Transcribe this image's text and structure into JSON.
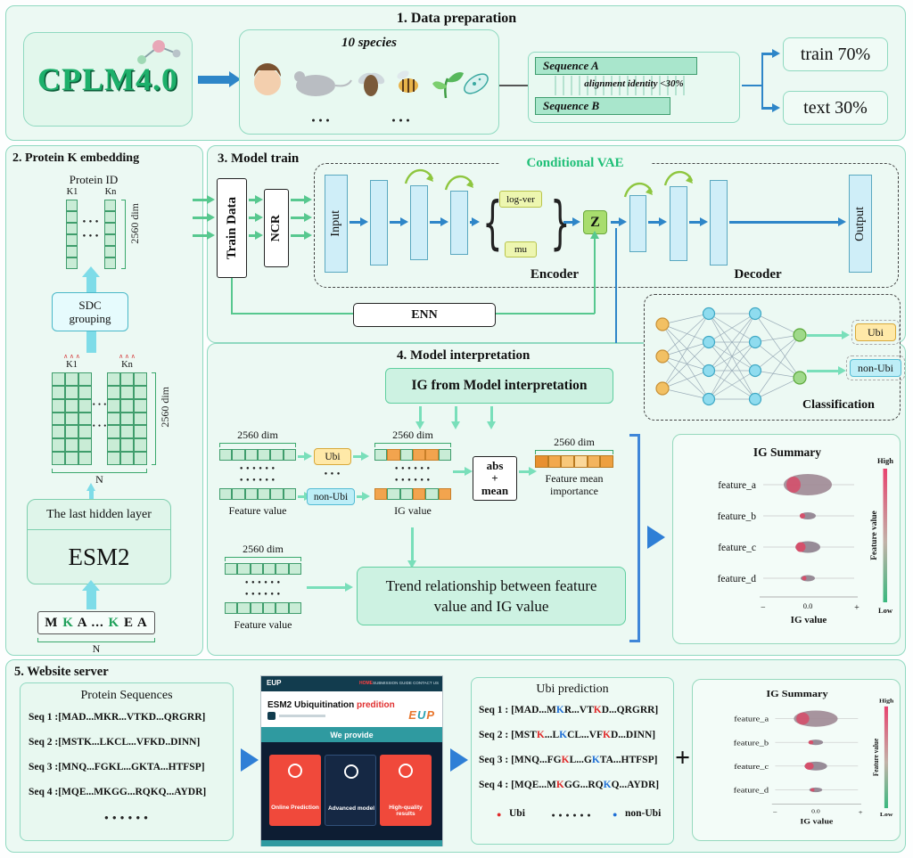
{
  "s1": {
    "title": "1. Data preparation",
    "logo": "CPLM4.0",
    "species_label": "10 species",
    "sequence_a": "Sequence A",
    "alignment_note": "alignment identity <30%",
    "sequence_b": "Sequence B",
    "train_split": "train 70%",
    "test_split": "text 30%"
  },
  "s2": {
    "title": "2. Protein K embedding",
    "protein_id": "Protein ID",
    "k1": "K1",
    "kn": "Kn",
    "dim": "2560 dim",
    "sdc_line1": "SDC",
    "sdc_line2": "grouping",
    "n": "N",
    "last_hidden_layer": "The last hidden layer",
    "esm2": "ESM2",
    "sequence_runs": [
      {
        "t": "M "
      },
      {
        "t": "K",
        "c": "green"
      },
      {
        "t": " A ... "
      },
      {
        "t": "K",
        "c": "green"
      },
      {
        "t": " E A"
      }
    ]
  },
  "s3": {
    "title": "3. Model train",
    "train_data": "Train Data",
    "ncr": "NCR",
    "cvae_label": "Conditional VAE",
    "input": "Input",
    "encoder": "Encoder",
    "log_var": "log-ver",
    "mu": "mu",
    "z": "Z",
    "decoder": "Decoder",
    "output": "Output",
    "enn": "ENN",
    "ubi": "Ubi",
    "non_ubi": "non-Ubi",
    "classification": "Classification"
  },
  "s4": {
    "title": "4. Model interpretation",
    "ig_header": "IG from Model interpretation",
    "dim": "2560 dim",
    "feature_value": "Feature value",
    "ubi": "Ubi",
    "non_ubi": "non-Ubi",
    "ig_value": "IG value",
    "abs": "abs",
    "plus": "+",
    "mean": "mean",
    "feature_mean_importance": "Feature mean importance",
    "trend": "Trend relationship between feature value and IG value"
  },
  "ig_summary": {
    "title": "IG Summary",
    "features": [
      "feature_a",
      "feature_b",
      "feature_c",
      "feature_d"
    ],
    "xlabel": "IG value",
    "zero": "0.0",
    "minus": "−",
    "plus": "+",
    "high": "High",
    "low": "Low",
    "colorbar_label": "Feature value"
  },
  "s5": {
    "title": "5. Website server",
    "protein_sequences_title": "Protein Sequences",
    "sequences": [
      "Seq 1 :[MAD...MKR...VTKD...QRGRR]",
      "Seq 2 :[MSTK...LKCL...VFKD..DINN]",
      "Seq 3 :[MNQ...FGKL...GKTA...HTFSP]",
      "Seq 4 :[MQE...MKGG...RQKQ...AYDR]"
    ],
    "website": {
      "brand": "EUP",
      "nav_home": "HOME",
      "nav_rest": "SUBMISSION  GUIDE  CONTACT US",
      "hero_black": "ESM2 Ubiquitination ",
      "hero_red": "predition",
      "logo_runs": [
        {
          "t": "E",
          "c": "#e8762d"
        },
        {
          "t": "U",
          "c": "#2aa0b0"
        },
        {
          "t": "P",
          "c": "#e8762d"
        }
      ],
      "we_provide": "We provide",
      "card1": "Online Prediction",
      "card2": "Advanced model",
      "card3": "High-quality results"
    },
    "ubi_prediction": {
      "title": "Ubi prediction",
      "rows": [
        [
          {
            "t": "Seq 1 :  [MAD...M"
          },
          {
            "t": "K",
            "c": "blue"
          },
          {
            "t": "R...VT"
          },
          {
            "t": "K",
            "c": "red"
          },
          {
            "t": "D...QRGRR]"
          }
        ],
        [
          {
            "t": "Seq 2 :  [MST"
          },
          {
            "t": "K",
            "c": "red"
          },
          {
            "t": "...L"
          },
          {
            "t": "K",
            "c": "blue"
          },
          {
            "t": "CL...VF"
          },
          {
            "t": "K",
            "c": "red"
          },
          {
            "t": "D...DINN]"
          }
        ],
        [
          {
            "t": "Seq 3 :  [MNQ...FG"
          },
          {
            "t": "K",
            "c": "red"
          },
          {
            "t": "L...G"
          },
          {
            "t": "K",
            "c": "blue"
          },
          {
            "t": "TA...HTFSP]"
          }
        ],
        [
          {
            "t": "Seq 4 :  [MQE...M"
          },
          {
            "t": "K",
            "c": "red"
          },
          {
            "t": "GG...RQ"
          },
          {
            "t": "K",
            "c": "blue"
          },
          {
            "t": "Q...AYDR]"
          }
        ]
      ],
      "legend_ubi": "Ubi",
      "legend_non_ubi": "non-Ubi"
    },
    "plus": "+"
  },
  "misc": {
    "dots3": "● ● ●",
    "dots6": "● ● ●    ● ● ●"
  }
}
